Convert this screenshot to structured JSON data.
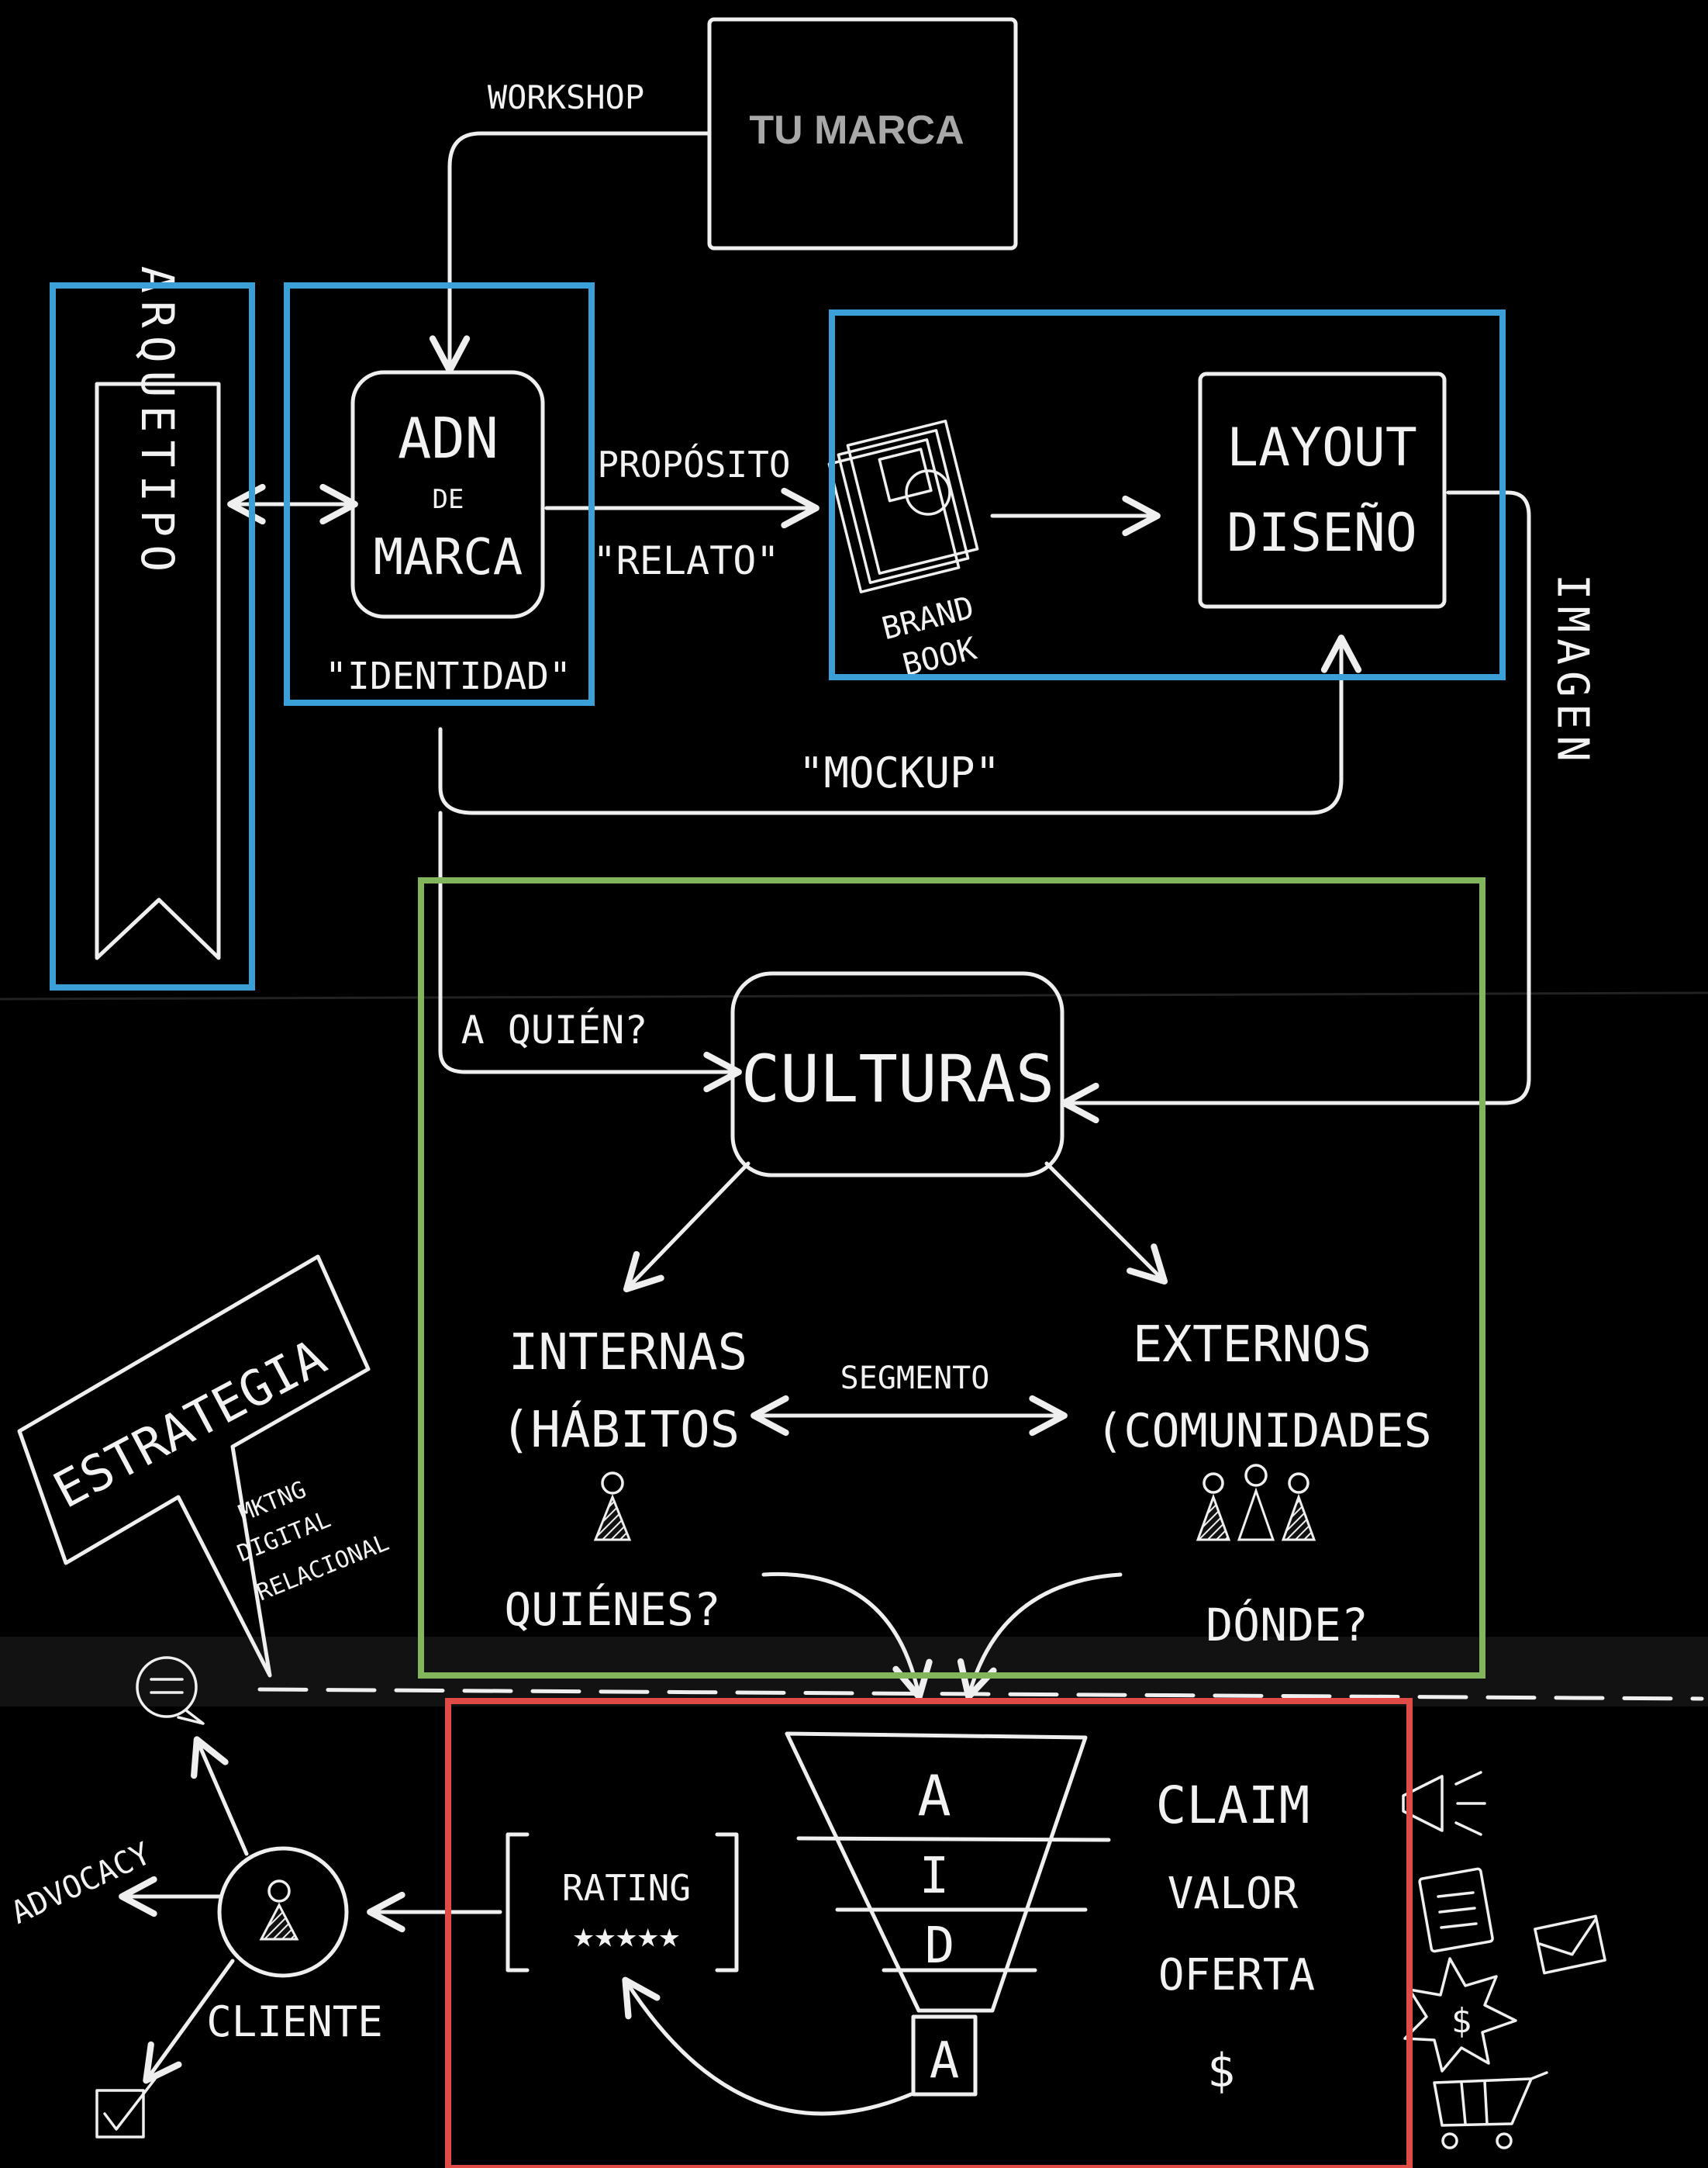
{
  "nodes": {
    "tu_marca": "TU MARCA",
    "workshop": "WORKSHOP",
    "arquetipo": "ARQUETIPO",
    "adn_line1": "ADN",
    "adn_line2": "DE",
    "adn_line3": "MARCA",
    "identidad": "\"IDENTIDAD\"",
    "proposito": "PROPÓSITO",
    "relato": "\"RELATO\"",
    "brand_line1": "BRAND",
    "brand_line2": "BOOK",
    "layout_line1": "LAYOUT",
    "layout_line2": "DISEÑO",
    "mockup": "\"MOCKUP\"",
    "imagen": "IMAGEN",
    "a_quien": "A QUIÉN?",
    "culturas": "CULTURAS",
    "internas_line1": "INTERNAS",
    "internas_line2": "(HÁBITOS",
    "externos_line1": "EXTERNOS",
    "externos_line2": "(COMUNIDADES",
    "segmento": "SEGMENTO",
    "quienes": "QUIÉNES?",
    "donde": "DÓNDE?",
    "estrategia": "ESTRATEGIA",
    "mktng_line1": "MKTNG",
    "mktng_line2": "DIGITAL",
    "mktng_line3": "RELACIONAL",
    "rating": "RATING",
    "stars": "★★★★★",
    "aida": [
      "A",
      "I",
      "D",
      "A"
    ],
    "claim": "CLAIM",
    "valor": "VALOR",
    "oferta": "OFERTA",
    "dollar": "$",
    "advocacy": "ADVOCACY",
    "cliente": "CLIENTE"
  },
  "highlight_colors": {
    "identity_boxes": "#3b9fd8",
    "cultures_box": "#82b55c",
    "conversion_box": "#e14b45"
  }
}
